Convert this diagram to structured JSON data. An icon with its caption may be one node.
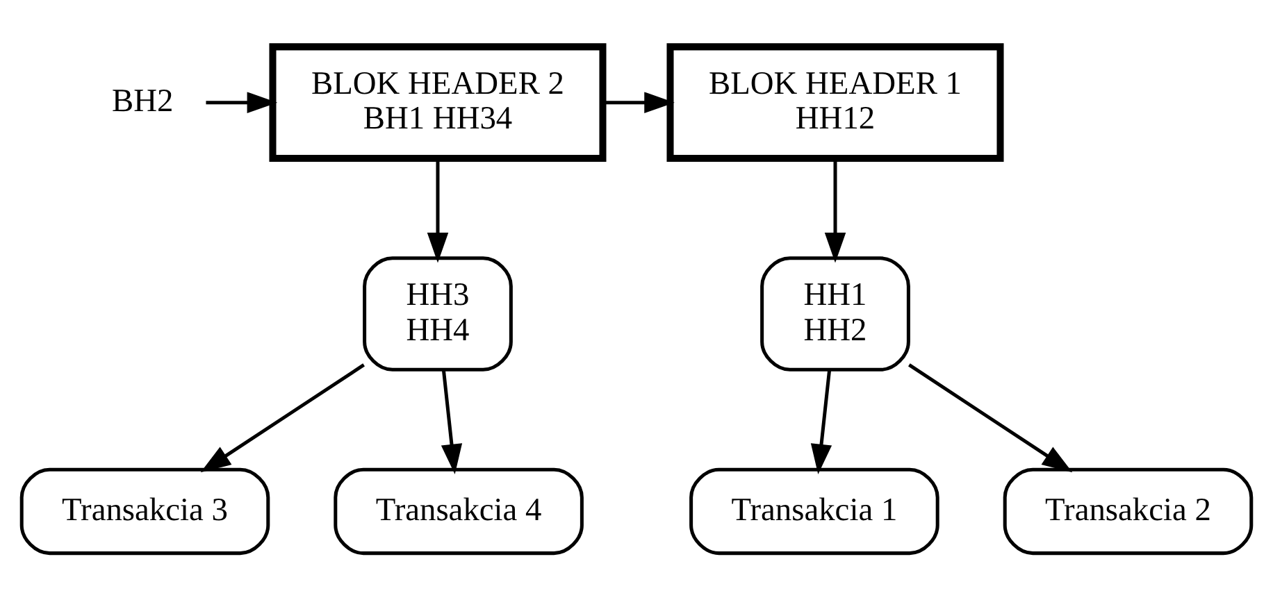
{
  "diagram": {
    "nodes": [
      {
        "text": [
          "BLOK HEADER 1",
          "HH12"
        ]
      },
      {
        "text": [
          "BLOK HEADER 2",
          "BH1 HH34"
        ]
      },
      {
        "text": [
          "BH2"
        ]
      },
      {
        "text": [
          "HH1",
          "HH2"
        ]
      },
      {
        "text": [
          "HH3",
          "HH4"
        ]
      },
      {
        "text": [
          "Transakcia 1"
        ]
      },
      {
        "text": [
          "Transakcia 2"
        ]
      },
      {
        "text": [
          "Transakcia 3"
        ]
      },
      {
        "text": [
          "Transakcia 4"
        ]
      }
    ],
    "edges": [
      {
        "from": 1,
        "to": 0,
        "arrow": "to"
      },
      {
        "from": 2,
        "to": 1,
        "arrow": "to"
      },
      {
        "from": 0,
        "to": 3,
        "arrow": "to"
      },
      {
        "from": 1,
        "to": 4,
        "arrow": "to"
      },
      {
        "from": 3,
        "to": 5,
        "arrow": "to"
      },
      {
        "from": 3,
        "to": 6,
        "arrow": "to"
      },
      {
        "from": 4,
        "to": 7,
        "arrow": "to"
      },
      {
        "from": 4,
        "to": 8,
        "arrow": "to"
      }
    ]
  }
}
